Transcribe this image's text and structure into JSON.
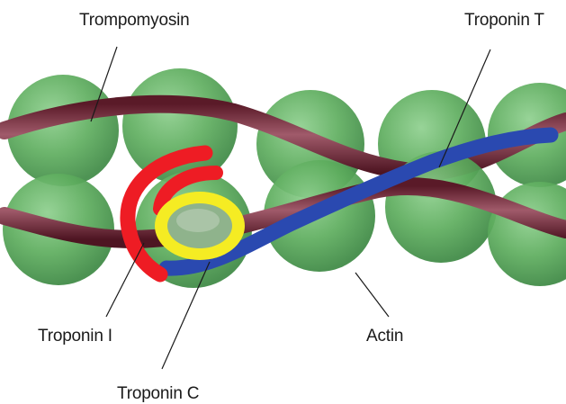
{
  "labels": {
    "tropomyosin": "Trompomyosin",
    "troponin_t": "Troponin T",
    "troponin_i": "Troponin I",
    "actin": "Actin",
    "troponin_c": "Troponin C"
  },
  "colors": {
    "actin": "#5fae5f",
    "actin_dark": "#3f8a45",
    "tropomyosin": "#6e2434",
    "troponin_t": "#2a49b0",
    "troponin_i": "#ee1c24",
    "troponin_c": "#f5ec23",
    "background": "#ffffff"
  }
}
